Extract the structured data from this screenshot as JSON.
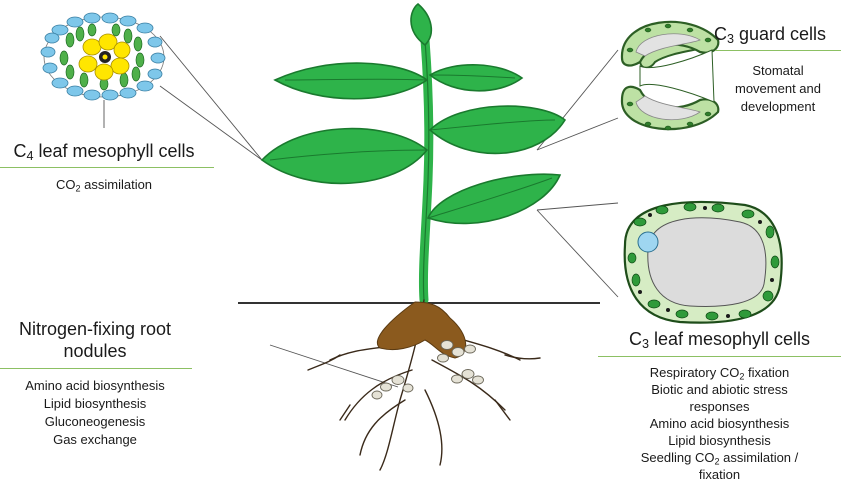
{
  "c4_panel": {
    "title_prefix": "C",
    "title_sub": "4",
    "title_rest": " leaf mesophyll cells",
    "functions": [
      {
        "pre": "CO",
        "sub": "2",
        "post": " assimilation"
      }
    ]
  },
  "c3_guard_panel": {
    "title_prefix": "C",
    "title_sub": "3",
    "title_rest": " guard cells",
    "functions": [
      {
        "pre": "Stomatal",
        "sub": "",
        "post": ""
      },
      {
        "pre": "movement and",
        "sub": "",
        "post": ""
      },
      {
        "pre": "development",
        "sub": "",
        "post": ""
      }
    ]
  },
  "root_panel": {
    "title_line1": "Nitrogen-fixing root",
    "title_line2": "nodules",
    "functions": [
      {
        "pre": "Amino acid biosynthesis",
        "sub": "",
        "post": ""
      },
      {
        "pre": "Lipid biosynthesis",
        "sub": "",
        "post": ""
      },
      {
        "pre": "Gluconeogenesis",
        "sub": "",
        "post": ""
      },
      {
        "pre": "Gas exchange",
        "sub": "",
        "post": ""
      }
    ]
  },
  "c3_mesophyll_panel": {
    "title_prefix": "C",
    "title_sub": "3",
    "title_rest": " leaf mesophyll cells",
    "functions": [
      {
        "pre": "Respiratory CO",
        "sub": "2",
        "post": " fixation"
      },
      {
        "pre": "Biotic and abiotic stress",
        "sub": "",
        "post": ""
      },
      {
        "pre": "responses",
        "sub": "",
        "post": ""
      },
      {
        "pre": "Amino acid biosynthesis",
        "sub": "",
        "post": ""
      },
      {
        "pre": "Lipid biosynthesis",
        "sub": "",
        "post": ""
      },
      {
        "pre": "Seedling CO",
        "sub": "2",
        "post": " assimilation /"
      },
      {
        "pre": "fixation",
        "sub": "",
        "post": ""
      }
    ]
  },
  "colors": {
    "leaf_green": "#2eb34a",
    "leaf_dark": "#1a7a2e",
    "root_brown": "#8b5a1e",
    "cell_light": "#d6ecc4",
    "guard_fill": "#bde1a4",
    "vacuole": "#dcdcdc",
    "bundle_yellow": "#ffe600",
    "nucleus_blue": "#9fd6f1",
    "rule_green": "#8cc063"
  }
}
